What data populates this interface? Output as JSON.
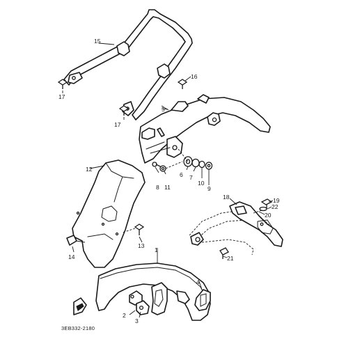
{
  "diagram": {
    "callouts": {
      "c1": "1",
      "c2": "2",
      "c3": "3",
      "c4": "4",
      "c5": "5",
      "c6": "6",
      "c7": "7",
      "c8": "8",
      "c9": "9",
      "c10": "10",
      "c11": "11",
      "c12": "12",
      "c13": "13",
      "c14": "14",
      "c15": "15",
      "c16": "16",
      "c17a": "17",
      "c17b": "17",
      "c18": "18",
      "c19": "19",
      "c20": "20",
      "c21": "21",
      "c22": "22"
    },
    "drawing_code": "3EB332-2180"
  }
}
